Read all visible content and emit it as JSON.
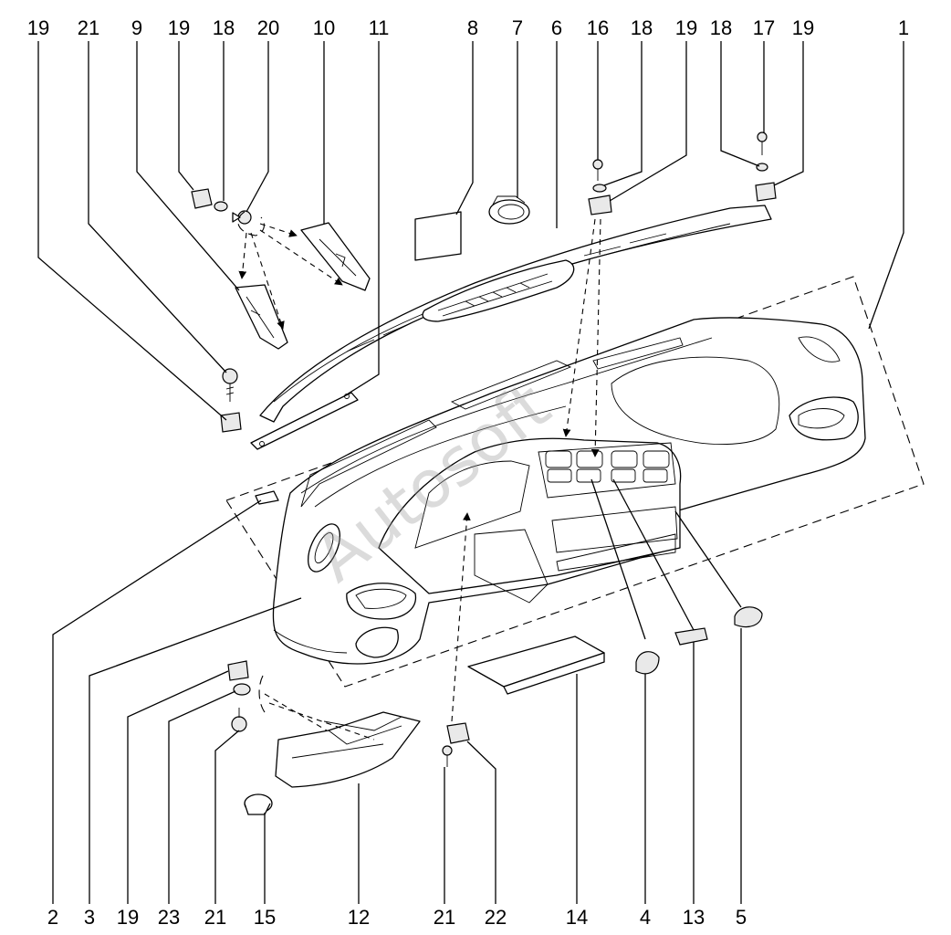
{
  "watermark": "Autosoft",
  "top_labels": [
    "19",
    "21",
    "9",
    "19",
    "18",
    "20",
    "10",
    "11",
    "8",
    "7",
    "6",
    "16",
    "18",
    "19",
    "18",
    "17",
    "19",
    "1"
  ],
  "bottom_labels": [
    "2",
    "3",
    "19",
    "23",
    "21",
    "15",
    "12",
    "21",
    "22",
    "14",
    "4",
    "13",
    "5"
  ]
}
